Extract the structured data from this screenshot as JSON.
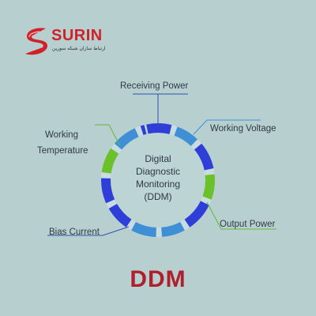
{
  "brand": {
    "name": "SURIN",
    "tagline": "ارتباط سازان شبکه سورین",
    "color": "#d02129"
  },
  "diagram": {
    "center_lines": [
      "Digital",
      "Diagnostic",
      "Monitoring",
      "(DDM)"
    ],
    "labels": {
      "receiving_power": "Receiving Power",
      "working_voltage": "Working Voltage",
      "working_temperature_line1": "Working",
      "working_temperature_line2": "Temperature",
      "output_power": "Output Power",
      "bias_current": "Bias Current"
    },
    "ring_colors": {
      "dark_blue": "#2e3fd8",
      "light_blue": "#3f8fd6",
      "green": "#6cc12a",
      "gap": "#c9dde0"
    },
    "leader_colors": {
      "blue": "#2d4fb0",
      "green": "#5fb83a"
    }
  },
  "footer": {
    "title": "DDM"
  }
}
